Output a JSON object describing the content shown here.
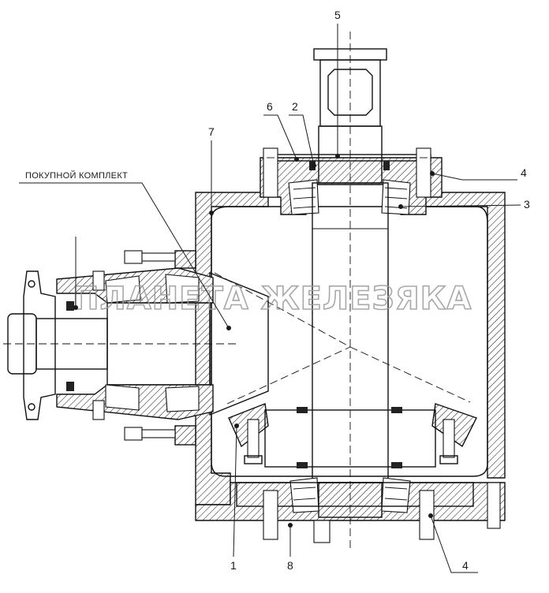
{
  "drawing": {
    "caption": "ПОКУПНОЙ КОМПЛЕКТ",
    "watermark": "ПЛАНЕТА ЖЕЛЕЗЯКА",
    "callouts": {
      "c1": "1",
      "c2": "2",
      "c3": "3",
      "c4_top": "4",
      "c4_bottom": "4",
      "c5": "5",
      "c6": "6",
      "c7": "7",
      "c8": "8"
    },
    "colors": {
      "ink": "#111111",
      "background": "#ffffff",
      "watermark": "#9a9a9a"
    }
  }
}
